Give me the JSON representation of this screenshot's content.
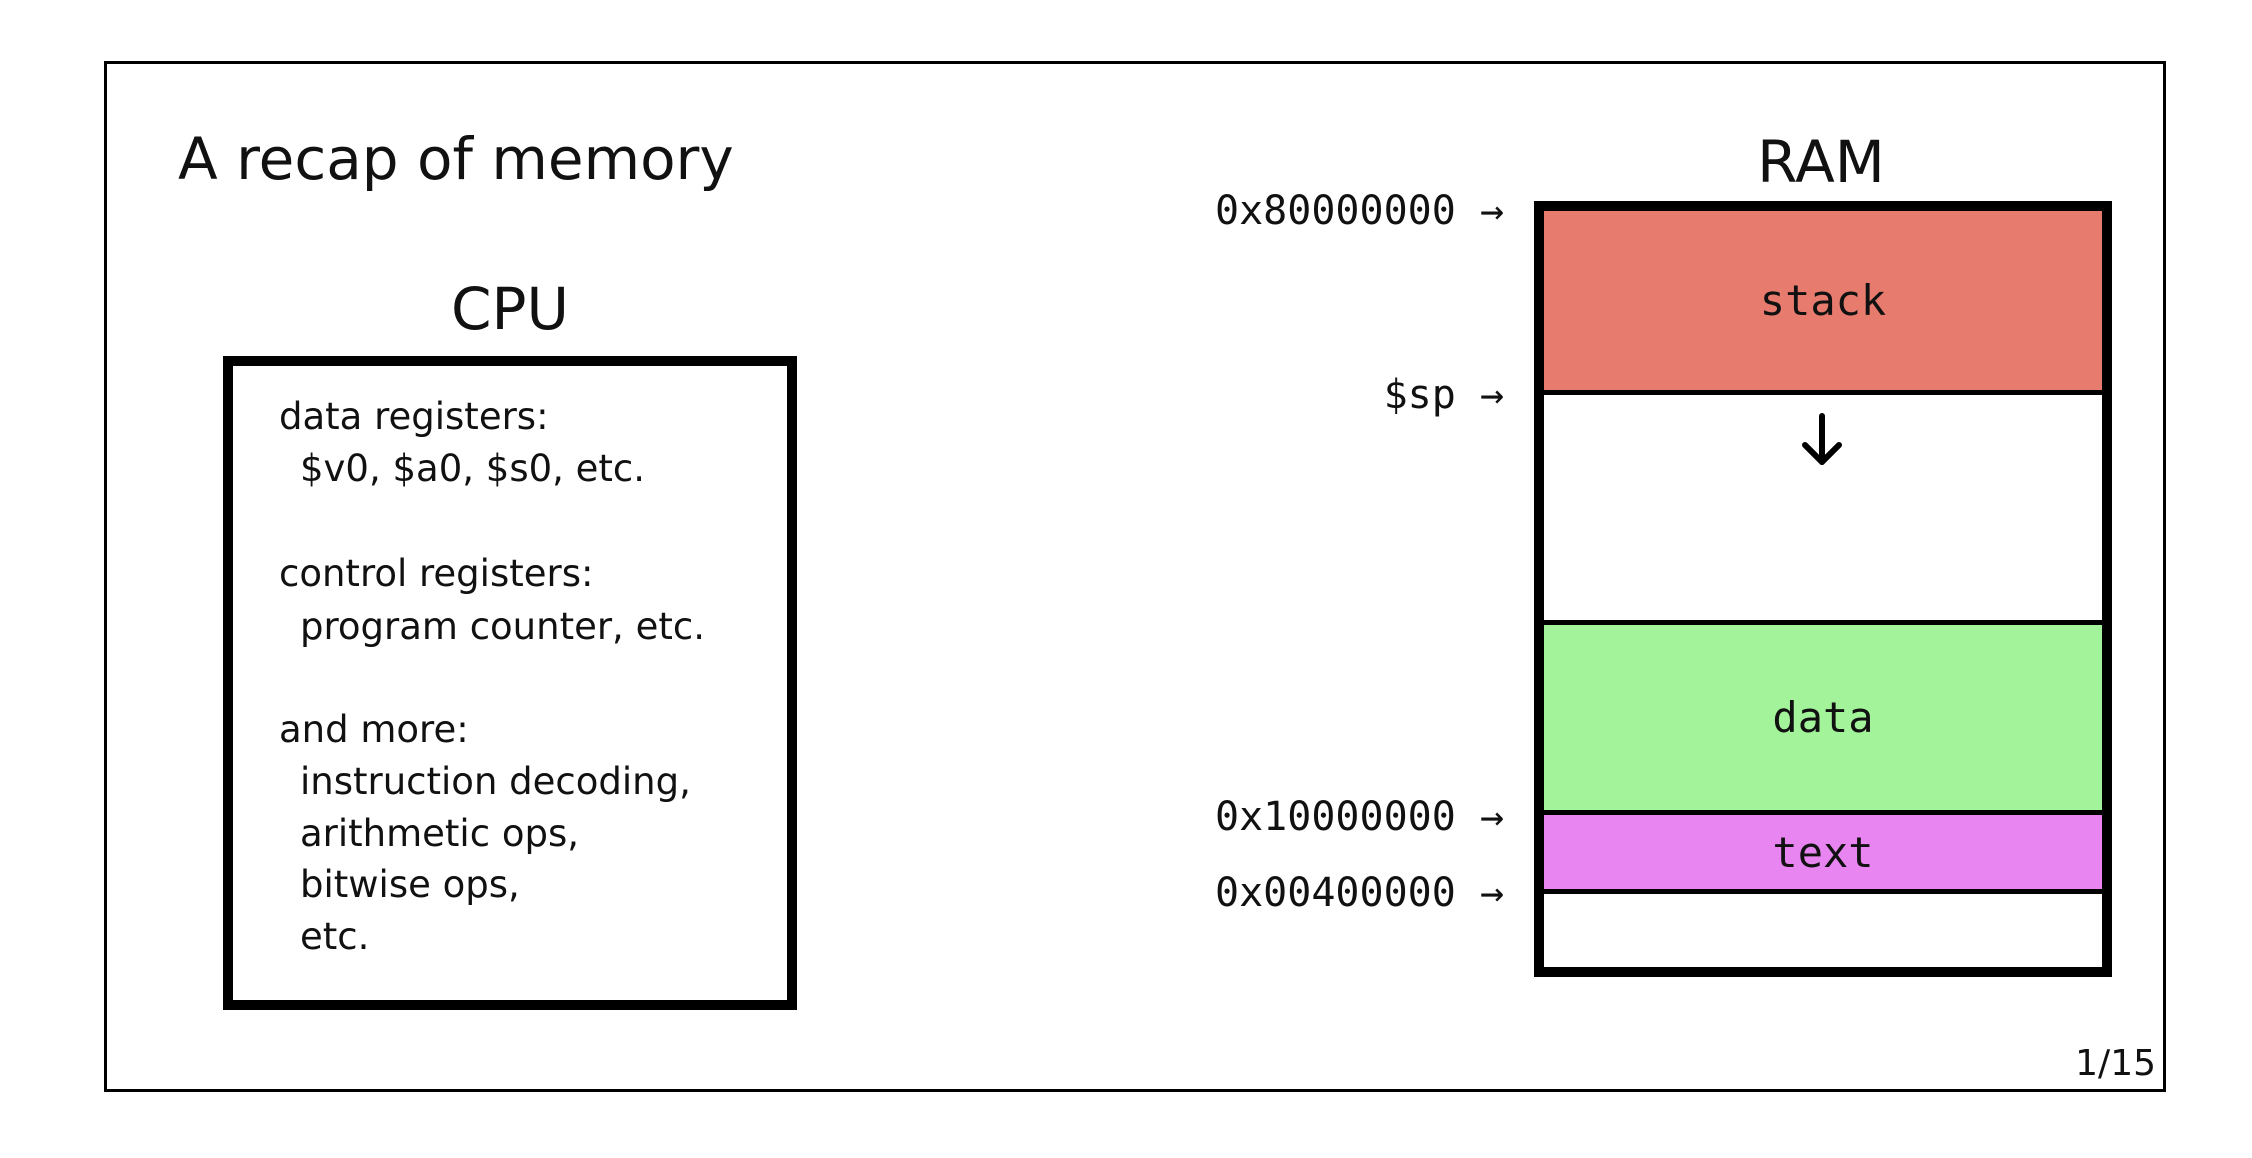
{
  "slide": {
    "title": "A recap of memory",
    "page_number": "1/15"
  },
  "cpu": {
    "heading": "CPU",
    "lines": [
      "data registers:",
      "$v0, $a0, $s0, etc.",
      "control registers:",
      "program counter, etc.",
      "and more:",
      "instruction decoding,",
      "arithmetic ops,",
      "bitwise ops,",
      "etc."
    ]
  },
  "ram": {
    "heading": "RAM",
    "segments": {
      "stack": {
        "label": "stack",
        "color": "#e77b6e"
      },
      "free": {
        "label": "",
        "color": "#ffffff"
      },
      "data": {
        "label": "data",
        "color": "#a3f39a"
      },
      "text": {
        "label": "text",
        "color": "#e885f1"
      }
    },
    "growth_arrow_icon": "down-arrow",
    "addresses": [
      "0x80000000 →",
      "$sp →",
      "0x10000000 →",
      "0x00400000 →"
    ]
  }
}
